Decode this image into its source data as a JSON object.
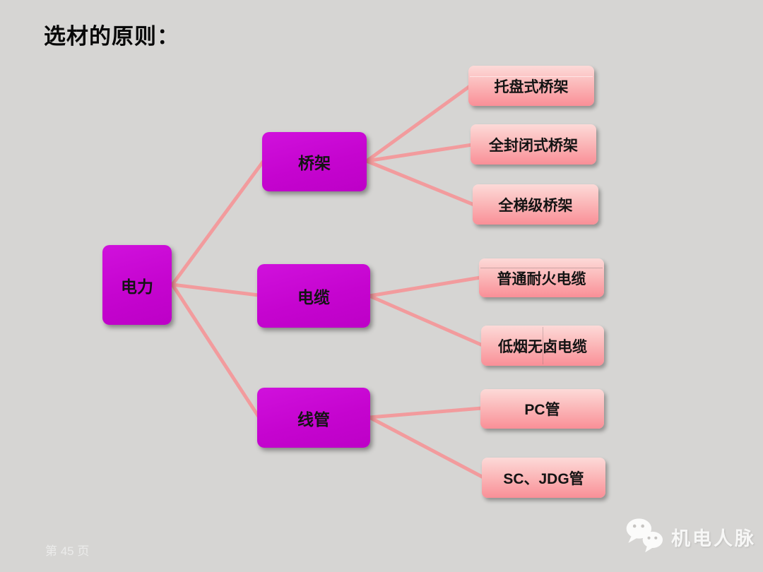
{
  "slide": {
    "title": "选材的原则：",
    "page_label": "第 45 页",
    "brand_name": "机电人脉"
  },
  "tree": {
    "root": {
      "label": "电力"
    },
    "branches": [
      {
        "label": "桥架",
        "children": [
          "托盘式桥架",
          "全封闭式桥架",
          "全梯级桥架"
        ]
      },
      {
        "label": "电缆",
        "children": [
          "普通耐火电缆",
          "低烟无卤电缆"
        ]
      },
      {
        "label": "线管",
        "children": [
          "PC管",
          "SC、JDG管"
        ]
      }
    ]
  },
  "icons": {
    "wechat": "wechat-icon"
  },
  "colors": {
    "background": "#d6d5d3",
    "branch_node": "#c504cf",
    "leaf_node_top": "#fcdad8",
    "leaf_node_bottom": "#f98f97",
    "connector": "#f29b9d",
    "title_text": "#090909",
    "footer_text": "#ebebea"
  }
}
